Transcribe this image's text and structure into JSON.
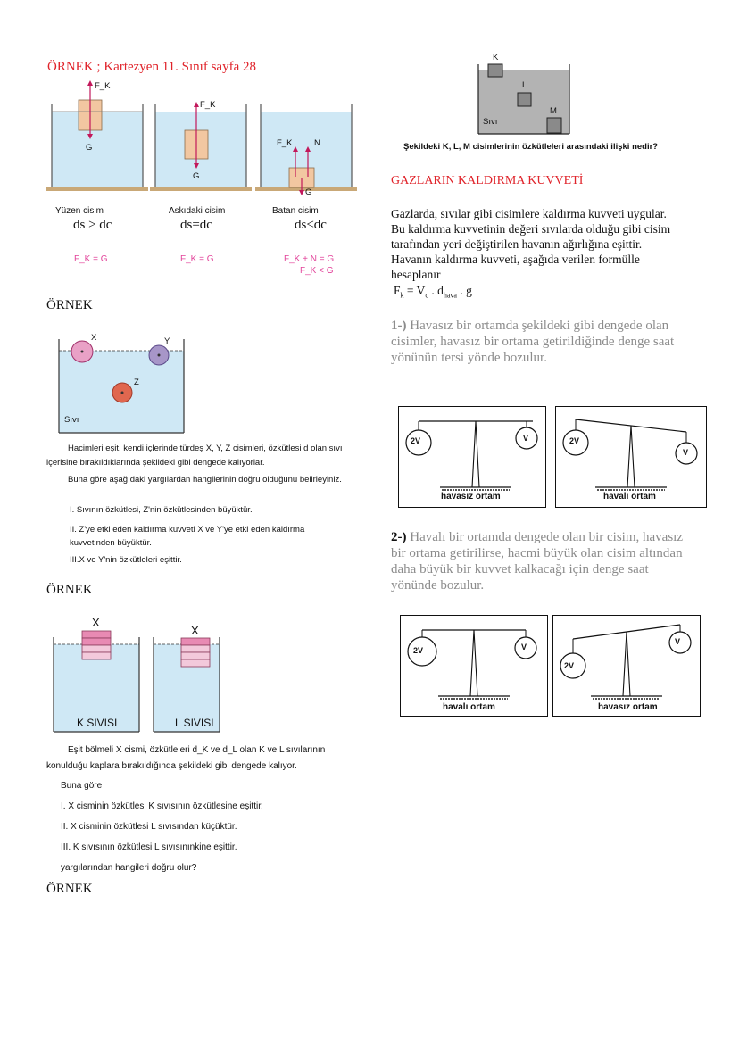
{
  "left": {
    "example1": {
      "title": "ÖRNEK ; Kartezyen 11. Sınıf sayfa  28",
      "cases": [
        {
          "caption": "Yüzen cisim",
          "ratio": "ds > dc",
          "formula": "F_K = G"
        },
        {
          "caption": "Askıdaki cisim",
          "ratio": "ds=dc",
          "formula": "F_K = G"
        },
        {
          "caption": "Batan cisim",
          "ratio": "ds<dc",
          "formula1": "F_K + N = G",
          "formula2": "F_K < G"
        }
      ],
      "labels": {
        "fk": "F_K",
        "g": "G",
        "n": "N"
      }
    },
    "example2": {
      "title": "ÖRNEK",
      "labels": {
        "x": "X",
        "y": "Y",
        "z": "Z",
        "liquid": "Sıvı"
      },
      "text": "Hacimleri eşit, kendi içlerinde türdeş X, Y, Z cisimleri, özkütlesi d olan sıvı içerisine bırakıldıklarında şekildeki gibi dengede kalıyorlar.",
      "question": "Buna göre aşağıdaki yargılardan hangilerinin doğru olduğunu belirleyiniz.",
      "items": [
        "I.  Sıvının özkütlesi, Z'nin özkütlesinden büyüktür.",
        "II. Z'ye etki eden kaldırma kuvveti X ve Y'ye etki eden kaldırma kuvvetinden büyüktür.",
        "III.X ve Y'nin özkütleleri eşittir."
      ]
    },
    "example3": {
      "title": "ÖRNEK",
      "labels": {
        "x1": "X",
        "x2": "X",
        "k": "K SIVISI",
        "l": "L SIVISI"
      },
      "text": "Eşit bölmeli X cismi, özkütleleri d_K ve d_L olan K ve L sıvılarının konulduğu kaplara bırakıldığında şekildeki gibi dengede kalıyor.",
      "intro": "Buna göre",
      "items": [
        "I.   X cisminin özkütlesi K sıvısının özkütlesine eşittir.",
        "II.  X cisminin özkütlesi L sıvısından küçüktür.",
        "III. K sıvısının özkütlesi L sıvısınınkine eşittir."
      ],
      "question": "yargılarından hangileri doğru olur?"
    },
    "example4": {
      "title": "ÖRNEK"
    }
  },
  "right": {
    "figure_labels": {
      "k": "K",
      "l": "L",
      "m": "M",
      "liquid": "Sıvı"
    },
    "figure_question": "Şekildeki K, L, M cisimlerinin özkütleleri arasındaki ilişki nedir?",
    "section_title": "GAZLARIN KALDIRMA KUVVETİ",
    "intro": "Gazlarda, sıvılar gibi cisimlere kaldırma kuvveti uygular. Bu kaldırma kuvvetinin değeri sıvılarda olduğu gibi cisim tarafından yeri değiştirilen havanın ağırlığına eşittir. Havanın kaldırma kuvveti, aşağıda verilen formülle hesaplanır",
    "formula": "Fk = Vc . dhava . g",
    "point1": {
      "num": "1-)",
      "text": "Havasız bir ortamda şekildeki gibi dengede olan cisimler, havasız bir ortama getirildiğinde denge saat yönünün tersi yönde bozulur."
    },
    "point2": {
      "num": "2-)",
      "text": "Havalı bir ortamda dengede olan bir cisim, havasız bir ortama getirilirse, hacmi büyük olan cisim altından daha büyük bir kuvvet kalkacağı için denge saat yönünde bozulur."
    },
    "balances1": [
      {
        "big": "2V",
        "small": "V",
        "label": "havasız ortam"
      },
      {
        "big": "2V",
        "small": "V",
        "label": "havalı ortam"
      }
    ],
    "balances2": [
      {
        "big": "2V",
        "small": "V",
        "label": "havalı ortam"
      },
      {
        "big": "2V",
        "small": "V",
        "label": "havasız ortam"
      }
    ]
  }
}
